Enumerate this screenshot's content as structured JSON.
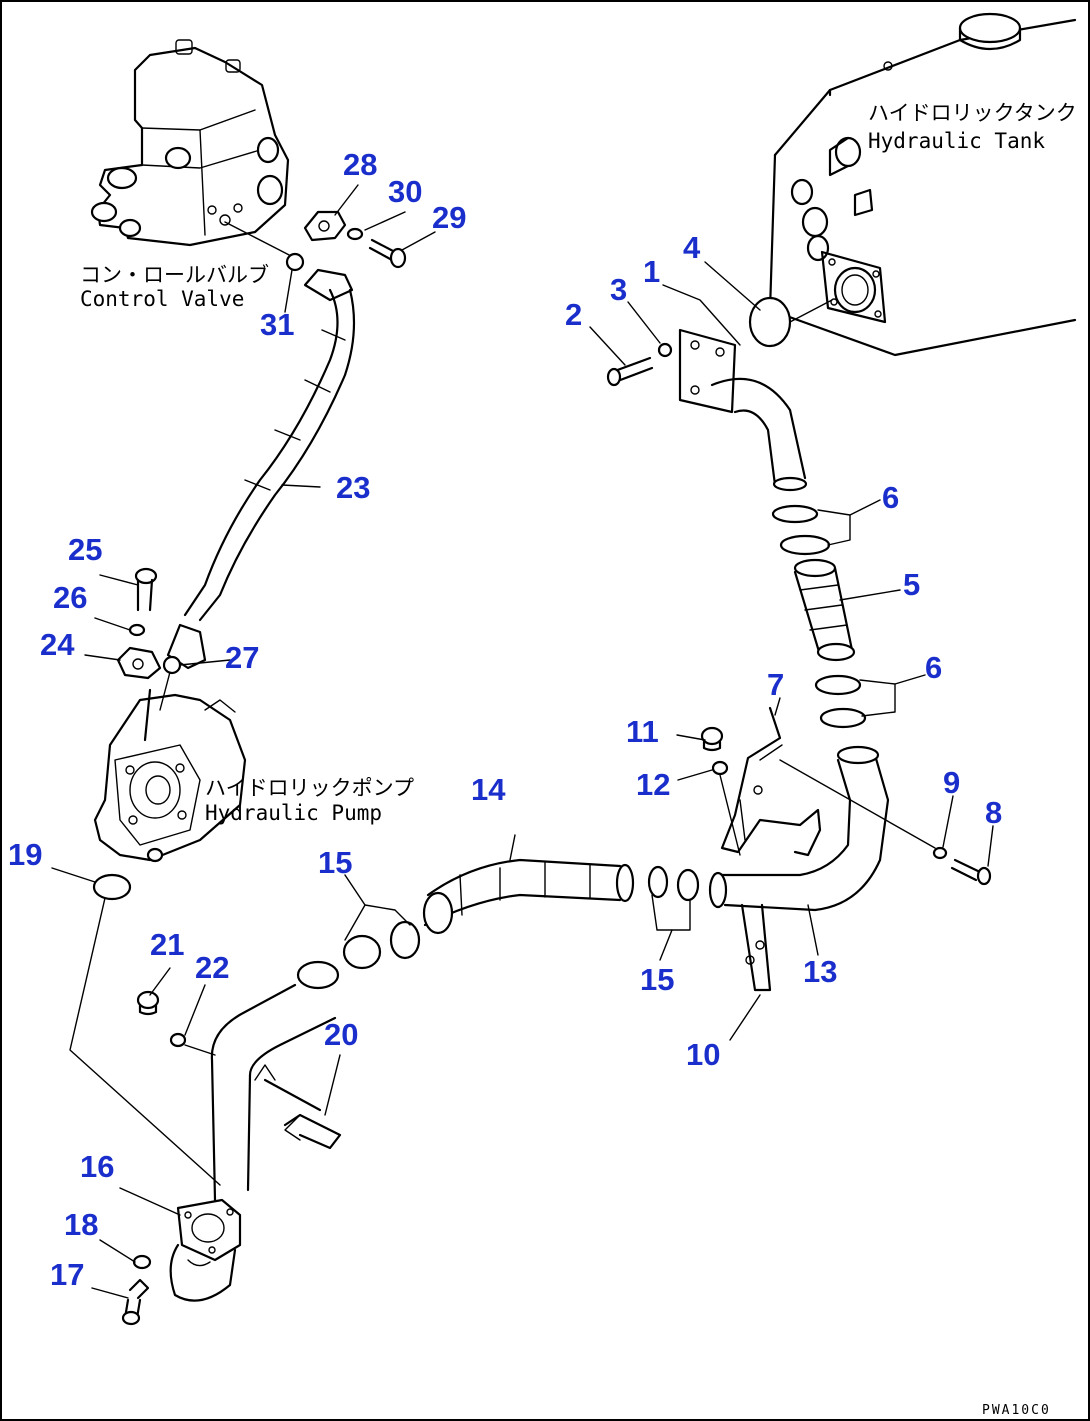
{
  "labels": {
    "control_valve_jp": "コン・ロールバルブ",
    "control_valve_en": "Control Valve",
    "hydraulic_tank_jp": "ハイドロリックタンク",
    "hydraulic_tank_en": "Hydraulic Tank",
    "hydraulic_pump_jp": "ハイドロリックポンプ",
    "hydraulic_pump_en": "Hydraulic Pump"
  },
  "drawing_code": "PWA10C0",
  "callouts": {
    "n1": "1",
    "n2": "2",
    "n3": "3",
    "n4": "4",
    "n5": "5",
    "n6a": "6",
    "n6b": "6",
    "n7": "7",
    "n8": "8",
    "n9": "9",
    "n10": "10",
    "n11": "11",
    "n12": "12",
    "n13": "13",
    "n14": "14",
    "n15a": "15",
    "n15b": "15",
    "n16": "16",
    "n17": "17",
    "n18": "18",
    "n19": "19",
    "n20": "20",
    "n21": "21",
    "n22": "22",
    "n23": "23",
    "n24": "24",
    "n25": "25",
    "n26": "26",
    "n27": "27",
    "n28": "28",
    "n29": "29",
    "n30": "30",
    "n31": "31"
  },
  "colors": {
    "callout": "#1a2ecc",
    "line": "#000000",
    "background": "#ffffff"
  }
}
